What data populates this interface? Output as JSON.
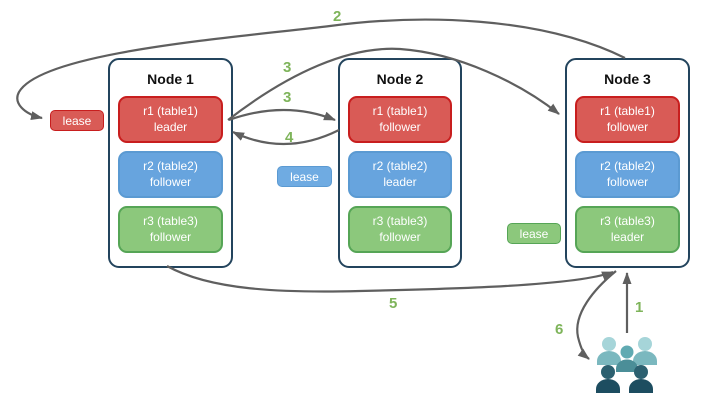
{
  "nodes": [
    {
      "title": "Node 1",
      "ranges": [
        {
          "line1": "r1 (table1)",
          "line2": "leader",
          "color": "#d95b56"
        },
        {
          "line1": "r2 (table2)",
          "line2": "follower",
          "color": "#67a4de"
        },
        {
          "line1": "r3 (table3)",
          "line2": "follower",
          "color": "#8cc87c"
        }
      ]
    },
    {
      "title": "Node 2",
      "ranges": [
        {
          "line1": "r1 (table1)",
          "line2": "follower",
          "color": "#d95b56"
        },
        {
          "line1": "r2 (table2)",
          "line2": "leader",
          "color": "#67a4de"
        },
        {
          "line1": "r3 (table3)",
          "line2": "follower",
          "color": "#8cc87c"
        }
      ]
    },
    {
      "title": "Node 3",
      "ranges": [
        {
          "line1": "r1 (table1)",
          "line2": "follower",
          "color": "#d95b56"
        },
        {
          "line1": "r2 (table2)",
          "line2": "follower",
          "color": "#67a4de"
        },
        {
          "line1": "r3 (table3)",
          "line2": "leader",
          "color": "#8cc87c"
        }
      ]
    }
  ],
  "leases": [
    {
      "label": "lease",
      "color": "#d95b56"
    },
    {
      "label": "lease",
      "color": "#6fabe2"
    },
    {
      "label": "lease",
      "color": "#8cc87c"
    }
  ],
  "steps": [
    {
      "label": "2"
    },
    {
      "label": "3"
    },
    {
      "label": "3"
    },
    {
      "label": "4"
    },
    {
      "label": "5"
    },
    {
      "label": "1"
    },
    {
      "label": "6"
    }
  ],
  "icons": {
    "users_icon": "users-group-icon"
  },
  "colors": {
    "node_border": "#23445d",
    "red_fill": "#d95b56",
    "red_border": "#c81e1e",
    "blue_fill": "#67a4de",
    "blue_border": "#5b9ad2",
    "green_fill": "#8cc87c",
    "green_border": "#56a556",
    "arrow": "#5f5f5f",
    "step_number": "#7eb45a",
    "users_light_head": "#a6d5d9",
    "users_light_body": "#7bb8bf",
    "users_mid_head": "#60aab2",
    "users_mid_body": "#4b8e98",
    "users_dark_head": "#2c6070",
    "users_dark_body": "#1d4d60"
  }
}
